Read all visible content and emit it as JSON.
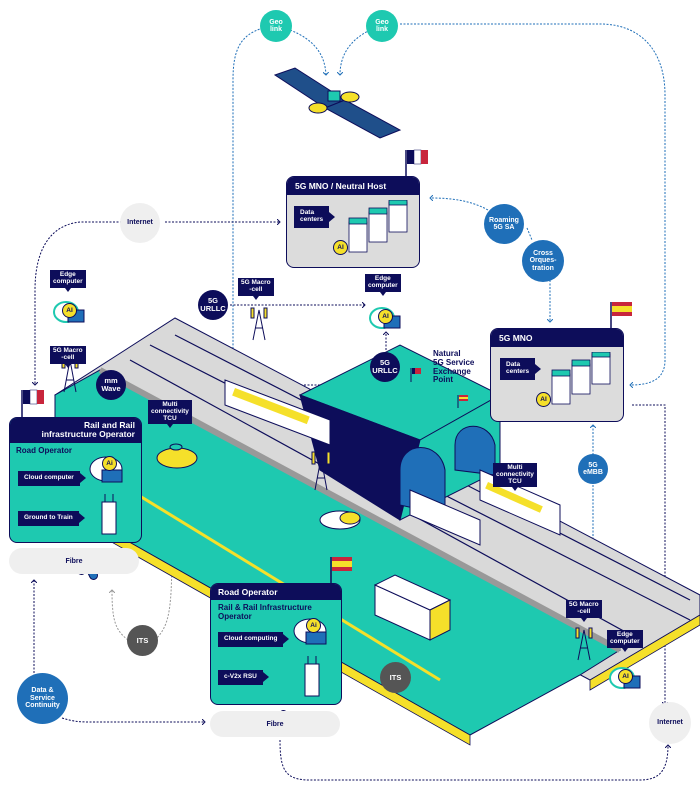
{
  "title": "5G cross-border rail and road connectivity diagram",
  "colors": {
    "navy": "#0d0d5a",
    "teal": "#1ec9b0",
    "blue": "#1f6fb8",
    "yellow": "#f5e02a",
    "light_grey": "#efefef",
    "panel_grey": "#dcdcdc",
    "its_grey": "#555555"
  },
  "satellite": {
    "geo_links": [
      "Geo\nlink",
      "Geo\nlink"
    ]
  },
  "mno_neutral_host": {
    "title": "5G MNO / Neutral Host",
    "flag": "France",
    "data_centers_label": "Data\ncenters",
    "ai_label": "AI"
  },
  "roaming_bubble": "Roaming\n5G SA",
  "cross_orchestration_bubble": "Cross\nOrques-\ntration",
  "mno_spain": {
    "title": "5G MNO",
    "flag": "Spain",
    "data_centers_label": "Data\ncenters",
    "ai_label": "AI"
  },
  "internet_top": "Internet",
  "internet_bottom": "Internet",
  "edge_computer_left": "Edge\ncomputer",
  "edge_computer_center": "Edge\ncomputer",
  "edge_computer_right": "Edge\ncomputer",
  "macro_cell_left": "5G Macro\n-cell",
  "macro_cell_center": "5G Macro\n-cell",
  "macro_cell_right": "5G Macro\n-cell",
  "urllc_left": "5G\nURLLC",
  "urllc_center": "5G\nURLLC",
  "mmwave": "mm\nWave",
  "embb": "5G\neMBB",
  "tcu_car": "Multi\nconnectivity\nTCU",
  "tcu_train": "Multi\nconnectivity\nTCU",
  "exchange_point": "Natural\n5G Service\nExchange\nPoint",
  "left_operator": {
    "flag": "France",
    "title": "Rail and Rail\ninfrastructure Operator",
    "subtitle": "Road Operator",
    "cloud_label": "Cloud computer",
    "ground_label": "Ground to Train",
    "ai_label": "Ai"
  },
  "center_operator": {
    "flag": "Spain",
    "title": "Road Operator",
    "subtitle": "Rail & Rail Infrastructure\nOperator",
    "cloud_label": "Cloud computing",
    "rsu_label": "c-V2x RSU",
    "ai_label": "Ai"
  },
  "fibre_left": "Fibre",
  "fibre_center": "Fibre",
  "its_left": "ITS",
  "its_right": "ITS",
  "data_continuity": "Data &\nService\nContinuity",
  "ai_small": "AI"
}
